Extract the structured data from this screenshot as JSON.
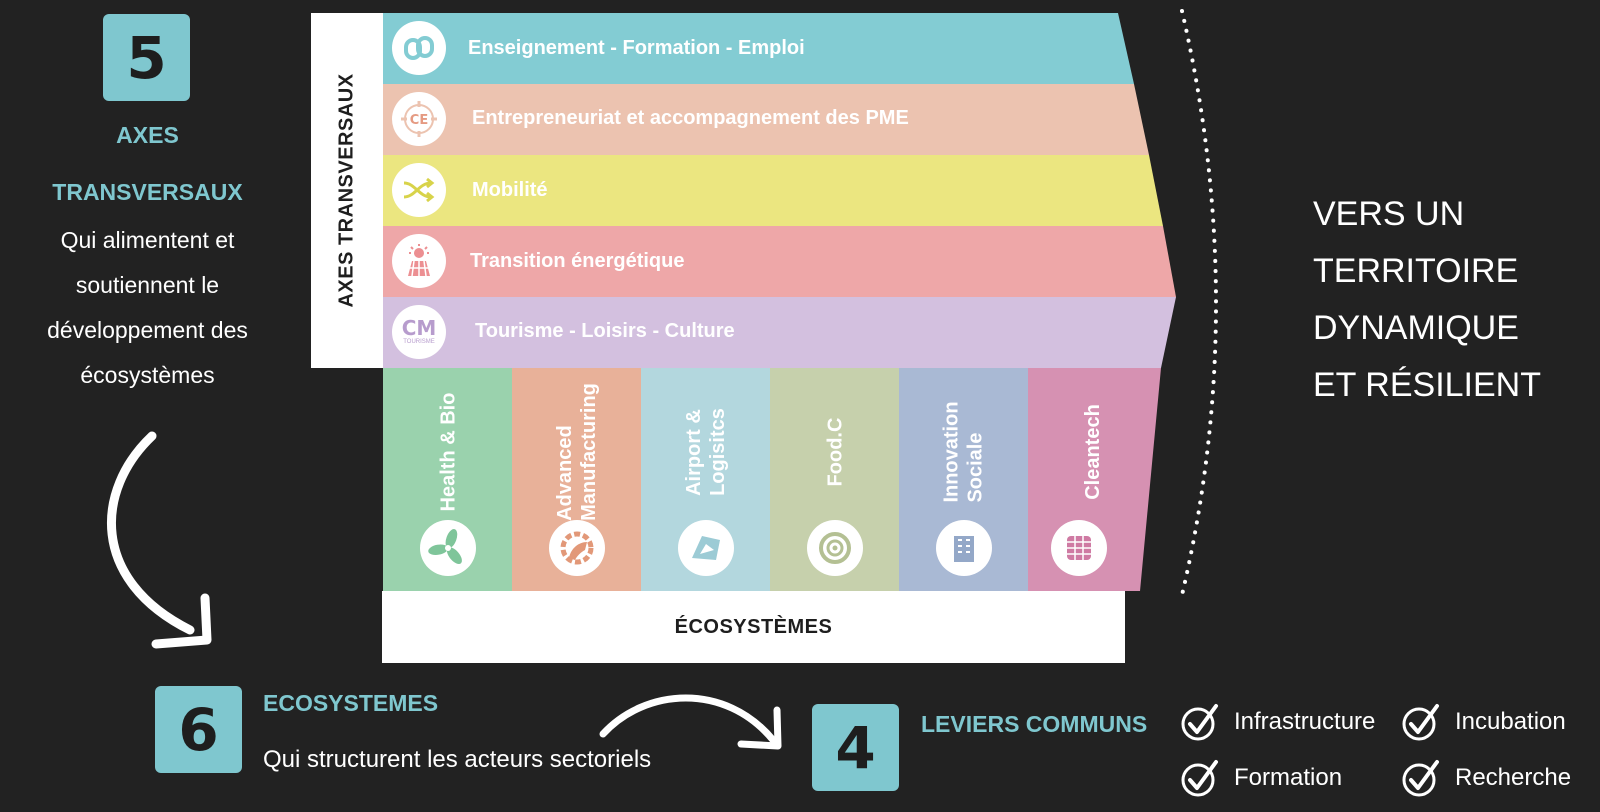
{
  "left": {
    "number": "5",
    "title_line1": "AXES",
    "title_line2": "TRANSVERSAUX",
    "desc_line1": "Qui alimentent et",
    "desc_line2": "soutiennent le",
    "desc_line3": "développement des",
    "desc_line4": "écosystèmes"
  },
  "axes_label": "AXES TRANSVERSAUX",
  "bands": [
    {
      "label": "Enseignement - Formation - Emploi",
      "color": "#83ccd3",
      "icon": "chain-link-icon"
    },
    {
      "label": "Entrepreneuriat et accompagnement des PME",
      "color": "#ecc3b0",
      "icon": "ce-logo-icon"
    },
    {
      "label": "Mobilité",
      "color": "#ebe680",
      "icon": "shuffle-arrows-icon"
    },
    {
      "label": "Transition énergétique",
      "color": "#eea7a8",
      "icon": "solar-panel-icon"
    },
    {
      "label": "Tourisme - Loisirs - Culture",
      "color": "#d3c0df",
      "icon": "cm-tourisme-logo-icon",
      "icon_text": "CM",
      "icon_subtext": "TOURISME"
    }
  ],
  "ecosystems": [
    {
      "line1": "Health & Bio",
      "line2": "",
      "color": "#9ad2ad",
      "icon": "propeller-icon"
    },
    {
      "line1": "Advanced",
      "line2": "Manufacturing",
      "color": "#e8b199",
      "icon": "gear-hand-icon"
    },
    {
      "line1": "Airport &",
      "line2": "Logisitcs",
      "color": "#b3d7de",
      "icon": "globe-plane-icon"
    },
    {
      "line1": "Food.C",
      "line2": "",
      "color": "#c6d0ac",
      "icon": "target-eye-icon"
    },
    {
      "line1": "Innovation",
      "line2": "Sociale",
      "color": "#a9b9d4",
      "icon": "building-icon"
    },
    {
      "line1": "Cleantech",
      "line2": "",
      "color": "#d691b2",
      "icon": "grid-panel-icon"
    }
  ],
  "eco_base_label": "ÉCOSYSTÈMES",
  "right": {
    "line1": "VERS UN",
    "line2": "TERRITOIRE",
    "line3": "DYNAMIQUE",
    "line4": "ET RÉSILIENT"
  },
  "bottom_eco": {
    "number": "6",
    "title": "ECOSYSTEMES",
    "desc": "Qui structurent les acteurs sectoriels"
  },
  "bottom_levers": {
    "number": "4",
    "title": "LEVIERS COMMUNS",
    "items": [
      "Infrastructure",
      "Incubation",
      "Formation",
      "Recherche"
    ]
  },
  "colors": {
    "background": "#222222",
    "accent": "#7fc7cf"
  }
}
